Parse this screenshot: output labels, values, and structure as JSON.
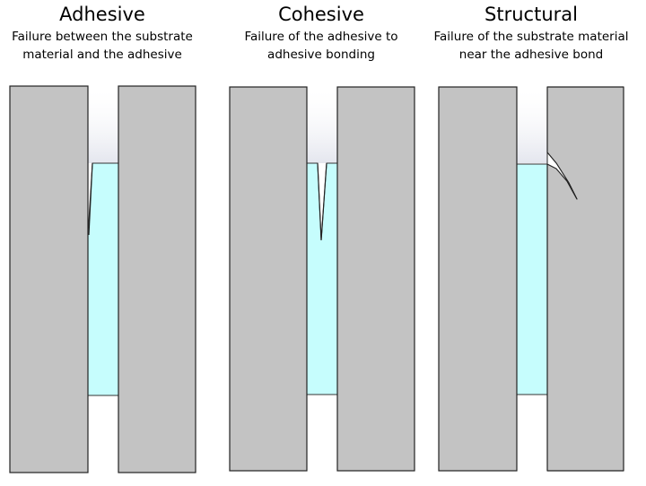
{
  "panels": [
    {
      "title": "Adhesive",
      "description": "Failure between the substrate material and the adhesive"
    },
    {
      "title": "Cohesive",
      "description": "Failure of the adhesive to adhesive bonding"
    },
    {
      "title": "Structural",
      "description": "Failure of the substrate material near the adhesive bond"
    }
  ],
  "colors": {
    "substrate": "#c3c3c3",
    "adhesive": "#c6fdfd",
    "outline": "#222222"
  }
}
